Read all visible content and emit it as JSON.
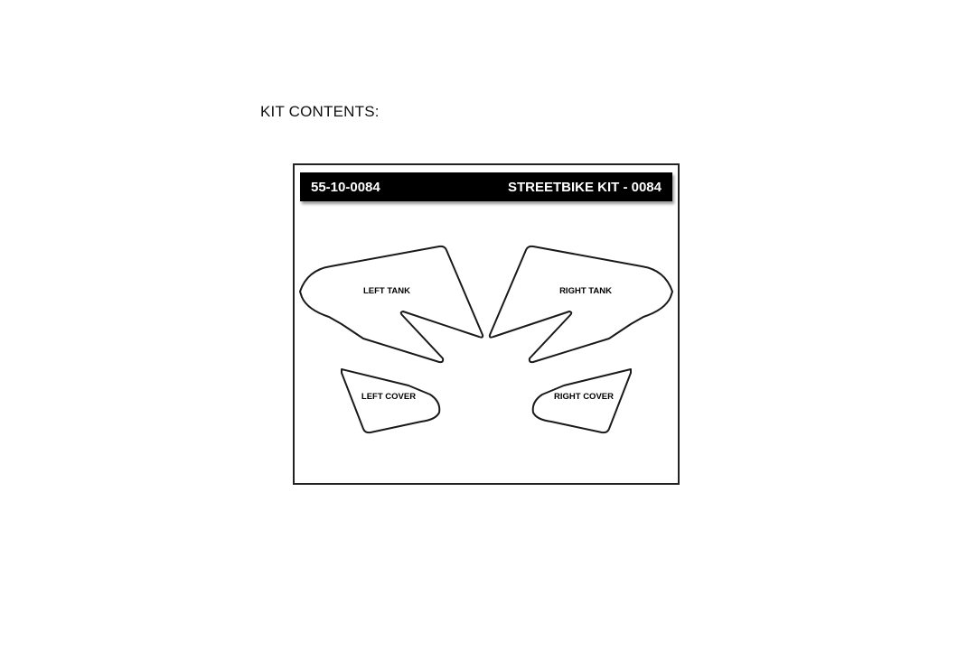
{
  "page": {
    "heading": "KIT CONTENTS:"
  },
  "kit": {
    "part_number": "55-10-0084",
    "kit_name": "STREETBIKE KIT - 0084",
    "pieces": {
      "left_tank": "LEFT TANK",
      "right_tank": "RIGHT TANK",
      "left_cover": "LEFT COVER",
      "right_cover": "RIGHT COVER"
    }
  }
}
